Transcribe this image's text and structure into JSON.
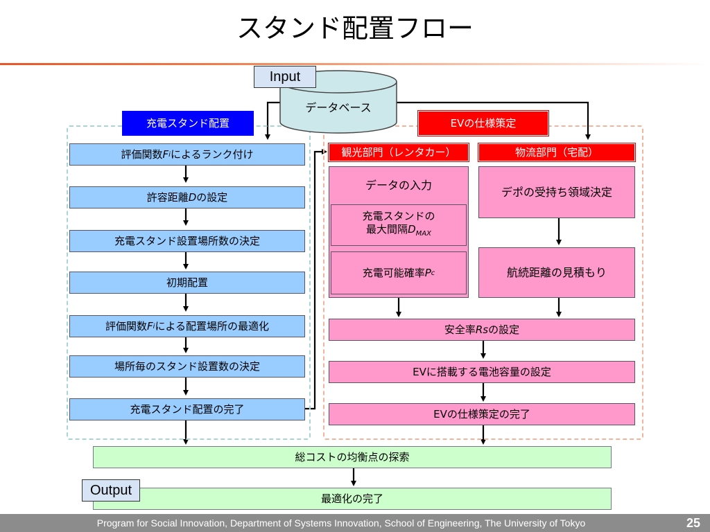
{
  "title": "スタンド配置フロー",
  "tags": {
    "input": "Input",
    "output": "Output"
  },
  "database": "データベース",
  "left": {
    "header": "充電スタンド配置",
    "steps": [
      {
        "pre": "評価関数",
        "var": "F",
        "sub": "i",
        "post": "によるランク付け"
      },
      {
        "pre": "許容距離",
        "var": "D",
        "post": "の設定"
      },
      {
        "pre": "充電スタンド設置場所数の決定"
      },
      {
        "pre": "初期配置"
      },
      {
        "pre": "評価関数",
        "var": "F",
        "sub": "i",
        "post": "による配置場所の最適化"
      },
      {
        "pre": "場所毎のスタンド設置数の決定"
      },
      {
        "pre": "充電スタンド配置の完了"
      }
    ]
  },
  "right": {
    "header": "EVの仕様策定",
    "tourism": {
      "header": "観光部門（レンタカー）",
      "input": "データの入力",
      "interval": {
        "line1": "充電スタンドの",
        "pre": "最大間隔",
        "var": "D",
        "sub": "MAX"
      },
      "probability": {
        "pre": "充電可能確率",
        "var": "P",
        "sub": "c"
      }
    },
    "logistics": {
      "header": "物流部門（宅配）",
      "depot": "デポの受持ち領域決定",
      "distance": "航続距離の見積もり"
    },
    "steps": [
      {
        "pre": "安全率",
        "var": "Rs",
        "post": "の設定"
      },
      {
        "pre": "EVに搭載する電池容量の設定"
      },
      {
        "pre": "EVの仕様策定の完了"
      }
    ]
  },
  "bottom": {
    "balance": "総コストの均衡点の探索",
    "done": "最適化の完了"
  },
  "footer": {
    "text": "Program for Social Innovation, Department of Systems Innovation, School of Engineering, The University of Tokyo",
    "page": "25"
  }
}
